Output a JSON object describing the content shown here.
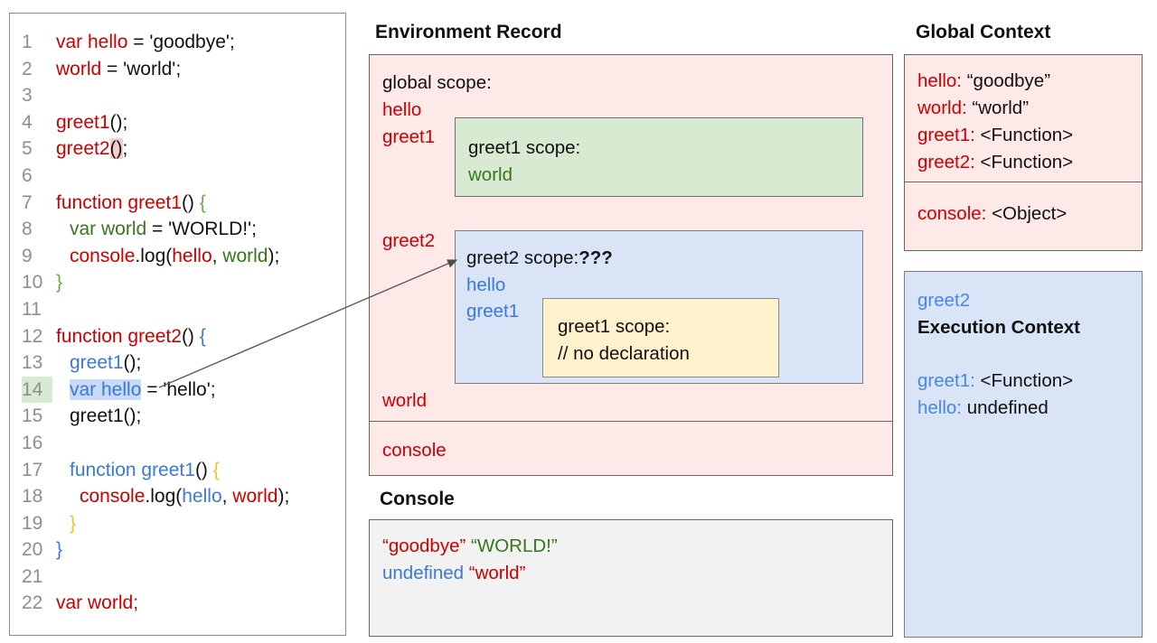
{
  "colors": {
    "accent_red": "#cc0000",
    "accent_green": "#38761d",
    "accent_blue": "#3c78d8",
    "accent_blue_light": "#4a86e8",
    "accent_yellow": "#f1c232",
    "pink_bg": "#fce9e8",
    "green_bg": "#d9ead3",
    "blue_bg": "#d9e4f7",
    "yellow_bg": "#fff2cc",
    "console_bg": "#f2f2f2",
    "highlight_pink": "#f4cccc",
    "highlight_blue": "#c9daf8",
    "highlight_green": "#d9ead3"
  },
  "code": {
    "lines": [
      {
        "n": "1",
        "indent": 0,
        "tokens": [
          {
            "t": "var hello",
            "c": "red"
          },
          {
            "t": " = 'goodbye';",
            "c": "blk"
          }
        ]
      },
      {
        "n": "2",
        "indent": 0,
        "tokens": [
          {
            "t": "world",
            "c": "red"
          },
          {
            "t": " = 'world';",
            "c": "blk"
          }
        ]
      },
      {
        "n": "3",
        "indent": 0,
        "tokens": []
      },
      {
        "n": "4",
        "indent": 0,
        "tokens": [
          {
            "t": "greet1",
            "c": "red"
          },
          {
            "t": "();",
            "c": "blk"
          }
        ]
      },
      {
        "n": "5",
        "indent": 0,
        "tokens": [
          {
            "t": "greet2",
            "c": "red"
          },
          {
            "t": "()",
            "c": "blk",
            "hl": "pink"
          },
          {
            "t": ";",
            "c": "blk"
          }
        ]
      },
      {
        "n": "6",
        "indent": 0,
        "tokens": []
      },
      {
        "n": "7",
        "indent": 0,
        "tokens": [
          {
            "t": "function greet1",
            "c": "red"
          },
          {
            "t": "() ",
            "c": "blk"
          },
          {
            "t": "{",
            "c": "gbr"
          }
        ]
      },
      {
        "n": "8",
        "indent": 1,
        "tokens": [
          {
            "t": "var world",
            "c": "grn"
          },
          {
            "t": " = 'WORLD!';",
            "c": "blk"
          }
        ]
      },
      {
        "n": "9",
        "indent": 1,
        "tokens": [
          {
            "t": "console",
            "c": "red"
          },
          {
            "t": ".log(",
            "c": "blk"
          },
          {
            "t": "hello",
            "c": "red"
          },
          {
            "t": ", ",
            "c": "blk"
          },
          {
            "t": "world",
            "c": "grn"
          },
          {
            "t": ");",
            "c": "blk"
          }
        ]
      },
      {
        "n": "10",
        "indent": 0,
        "tokens": [
          {
            "t": "}",
            "c": "gbr"
          }
        ]
      },
      {
        "n": "11",
        "indent": 0,
        "tokens": []
      },
      {
        "n": "12",
        "indent": 0,
        "tokens": [
          {
            "t": "function greet2",
            "c": "red"
          },
          {
            "t": "() ",
            "c": "blk"
          },
          {
            "t": "{",
            "c": "blu"
          }
        ]
      },
      {
        "n": "13",
        "indent": 1,
        "tokens": [
          {
            "t": "greet1",
            "c": "blu"
          },
          {
            "t": "();",
            "c": "blk"
          }
        ]
      },
      {
        "n": "14",
        "indent": 1,
        "numHl": true,
        "tokens": [
          {
            "t": "var hello",
            "c": "blu",
            "hl": "blue"
          },
          {
            "t": " = 'hello';",
            "c": "blk"
          }
        ]
      },
      {
        "n": "15",
        "indent": 1,
        "tokens": [
          {
            "t": "greet1();",
            "c": "blk"
          }
        ]
      },
      {
        "n": "16",
        "indent": 0,
        "tokens": []
      },
      {
        "n": "17",
        "indent": 1,
        "tokens": [
          {
            "t": "function greet1",
            "c": "blu"
          },
          {
            "t": "() ",
            "c": "blk"
          },
          {
            "t": "{",
            "c": "yel"
          }
        ]
      },
      {
        "n": "18",
        "indent": 2,
        "tokens": [
          {
            "t": "console",
            "c": "red"
          },
          {
            "t": ".log(",
            "c": "blk"
          },
          {
            "t": "hello",
            "c": "blu"
          },
          {
            "t": ", ",
            "c": "blk"
          },
          {
            "t": "world",
            "c": "red"
          },
          {
            "t": ");",
            "c": "blk"
          }
        ]
      },
      {
        "n": "19",
        "indent": 1,
        "tokens": [
          {
            "t": "}",
            "c": "yel"
          }
        ]
      },
      {
        "n": "20",
        "indent": 0,
        "tokens": [
          {
            "t": "}",
            "c": "blu"
          }
        ]
      },
      {
        "n": "21",
        "indent": 0,
        "tokens": []
      },
      {
        "n": "22",
        "indent": 0,
        "tokens": [
          {
            "t": "var world;",
            "c": "red"
          }
        ]
      }
    ]
  },
  "env_record": {
    "title": "Environment Record",
    "global_label": "global scope:",
    "item_hello": "hello",
    "item_greet1": "greet1",
    "item_greet2": "greet2",
    "item_world": "world",
    "console_item": "console",
    "greet1_box": {
      "label": "greet1 scope:",
      "item_world": "world"
    },
    "greet2_box": {
      "label": "greet2 scope:",
      "question": "???",
      "item_hello": "hello",
      "item_greet1": "greet1",
      "greet1_inner": {
        "label": "greet1 scope:",
        "comment": "// no declaration"
      }
    }
  },
  "console_panel": {
    "title": "Console",
    "out1_first": "“goodbye”",
    "out1_second": "“WORLD!”",
    "out2_first": "undefined",
    "out2_second": "“world”"
  },
  "global_context": {
    "title": "Global Context",
    "vars": [
      {
        "key": "hello:",
        "value": "“goodbye”"
      },
      {
        "key": "world:",
        "value": "“world”"
      },
      {
        "key": "greet1:",
        "value": "<Function>"
      },
      {
        "key": "greet2:",
        "value": "<Function>"
      }
    ],
    "console_row": {
      "key": "console:",
      "value": "<Object>"
    }
  },
  "execution_context": {
    "fn_name": "greet2",
    "title": "Execution Context",
    "vars": [
      {
        "key": "greet1:",
        "value": "<Function>"
      },
      {
        "key": "hello:",
        "value": "undefined"
      }
    ]
  }
}
